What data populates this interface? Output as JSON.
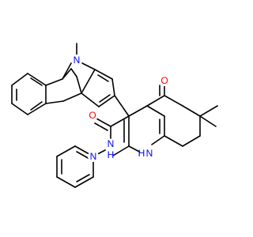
{
  "molecule": {
    "atoms": {
      "n_carbazole": "N",
      "o_ketone": "O",
      "o_amide": "O",
      "n_amide": "N",
      "h_amide": "H",
      "n_ring": "N",
      "h_ring": "H",
      "n_pyridine": "N"
    },
    "colors": {
      "bond": "#000000",
      "nitrogen": "#0000ff",
      "oxygen": "#ff0000"
    }
  }
}
